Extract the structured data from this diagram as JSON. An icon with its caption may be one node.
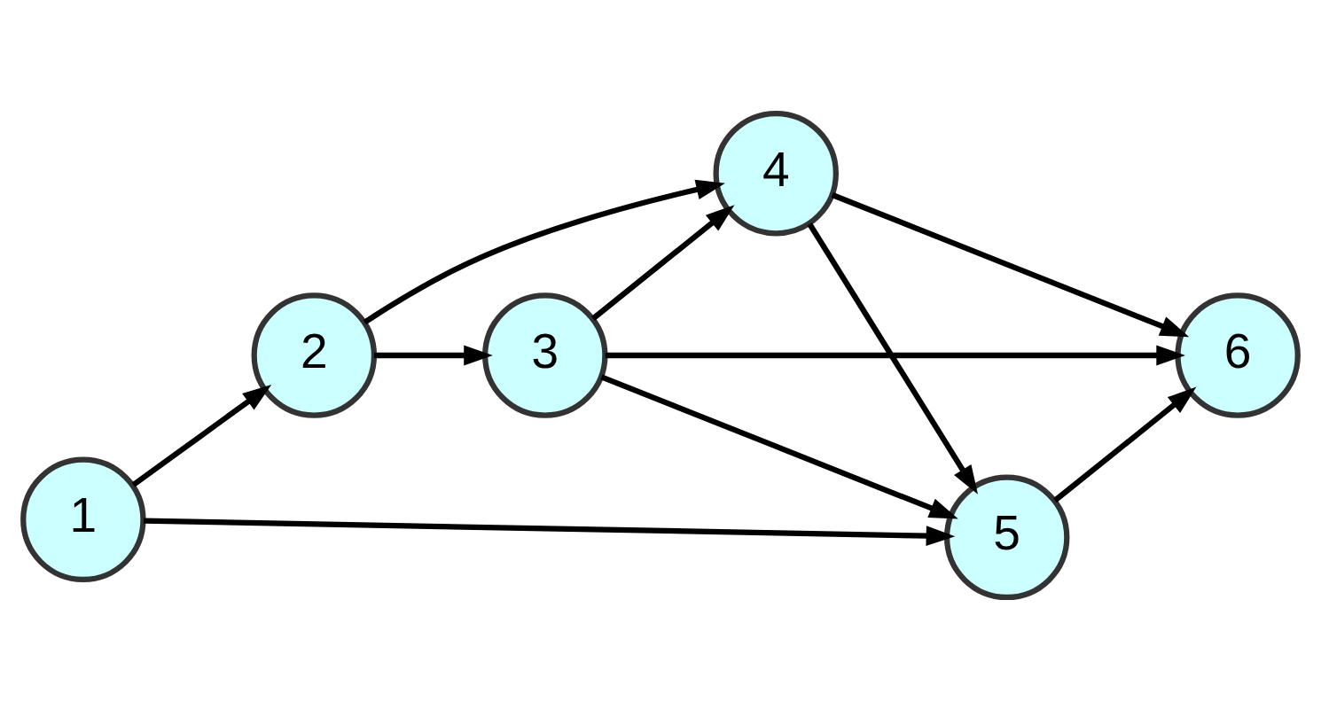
{
  "diagram": {
    "nodes": [
      {
        "text": [
          "1"
        ]
      },
      {
        "text": [
          "2"
        ]
      },
      {
        "text": [
          "3"
        ]
      },
      {
        "text": [
          "4"
        ]
      },
      {
        "text": [
          "5"
        ]
      },
      {
        "text": [
          "6"
        ]
      }
    ],
    "edges": [
      {
        "from": 0,
        "to": 1,
        "arrow": "to"
      },
      {
        "from": 0,
        "to": 4,
        "arrow": "to"
      },
      {
        "from": 1,
        "to": 2,
        "arrow": "to"
      },
      {
        "from": 1,
        "to": 3,
        "arrow": "to"
      },
      {
        "from": 2,
        "to": 3,
        "arrow": "to"
      },
      {
        "from": 2,
        "to": 4,
        "arrow": "to"
      },
      {
        "from": 2,
        "to": 5,
        "arrow": "to"
      },
      {
        "from": 3,
        "to": 4,
        "arrow": "to"
      },
      {
        "from": 3,
        "to": 5,
        "arrow": "to"
      },
      {
        "from": 4,
        "to": 5,
        "arrow": "to"
      }
    ]
  }
}
